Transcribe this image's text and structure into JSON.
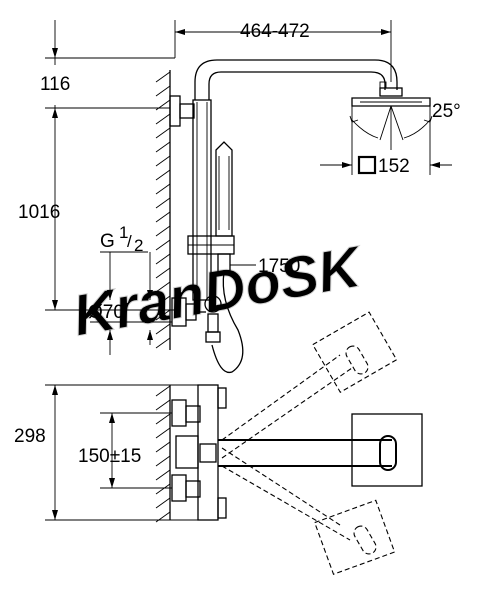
{
  "dimensions": {
    "arm_length": "464-472",
    "top_offset": "116",
    "rail_height": "1016",
    "connection_thread": "G",
    "thread_numerator": "1",
    "thread_denominator": "2",
    "rosette_diameter": "Ø70",
    "head_angle": "25°",
    "head_size": "152",
    "hand_shower_height": "1750",
    "thermostat_height": "298",
    "inlet_spacing": "150±15"
  },
  "watermark": "KranDoSK"
}
